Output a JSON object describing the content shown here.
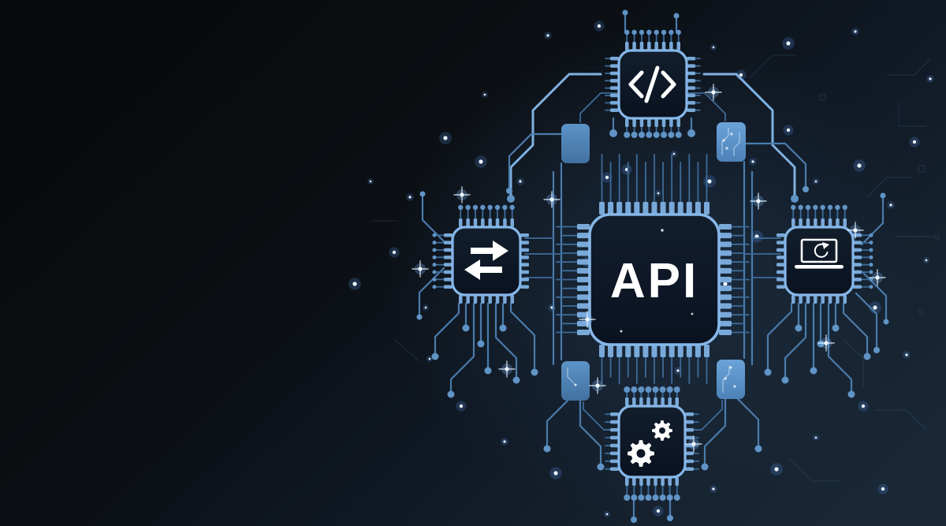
{
  "diagram": {
    "center_chip": {
      "label": "API"
    },
    "nodes": [
      {
        "id": "code",
        "icon": "code-icon",
        "position": "top"
      },
      {
        "id": "exchange",
        "icon": "swap-arrows-icon",
        "position": "left"
      },
      {
        "id": "device",
        "icon": "device-sync-icon",
        "position": "right"
      },
      {
        "id": "settings",
        "icon": "gears-icon",
        "position": "bottom"
      }
    ],
    "colors": {
      "chip_border": "#86b7e8",
      "pin": "#79a9d9",
      "trace": "#4a7cac",
      "trace_bright": "#7fb2e2",
      "trace_dim": "#3e6b99",
      "dot": "#6094c6",
      "icon": "#ffffff",
      "label": "#ffffff",
      "solid_chip": "#4d81b6",
      "background_left": "#08090b",
      "background_right": "#192736"
    }
  }
}
